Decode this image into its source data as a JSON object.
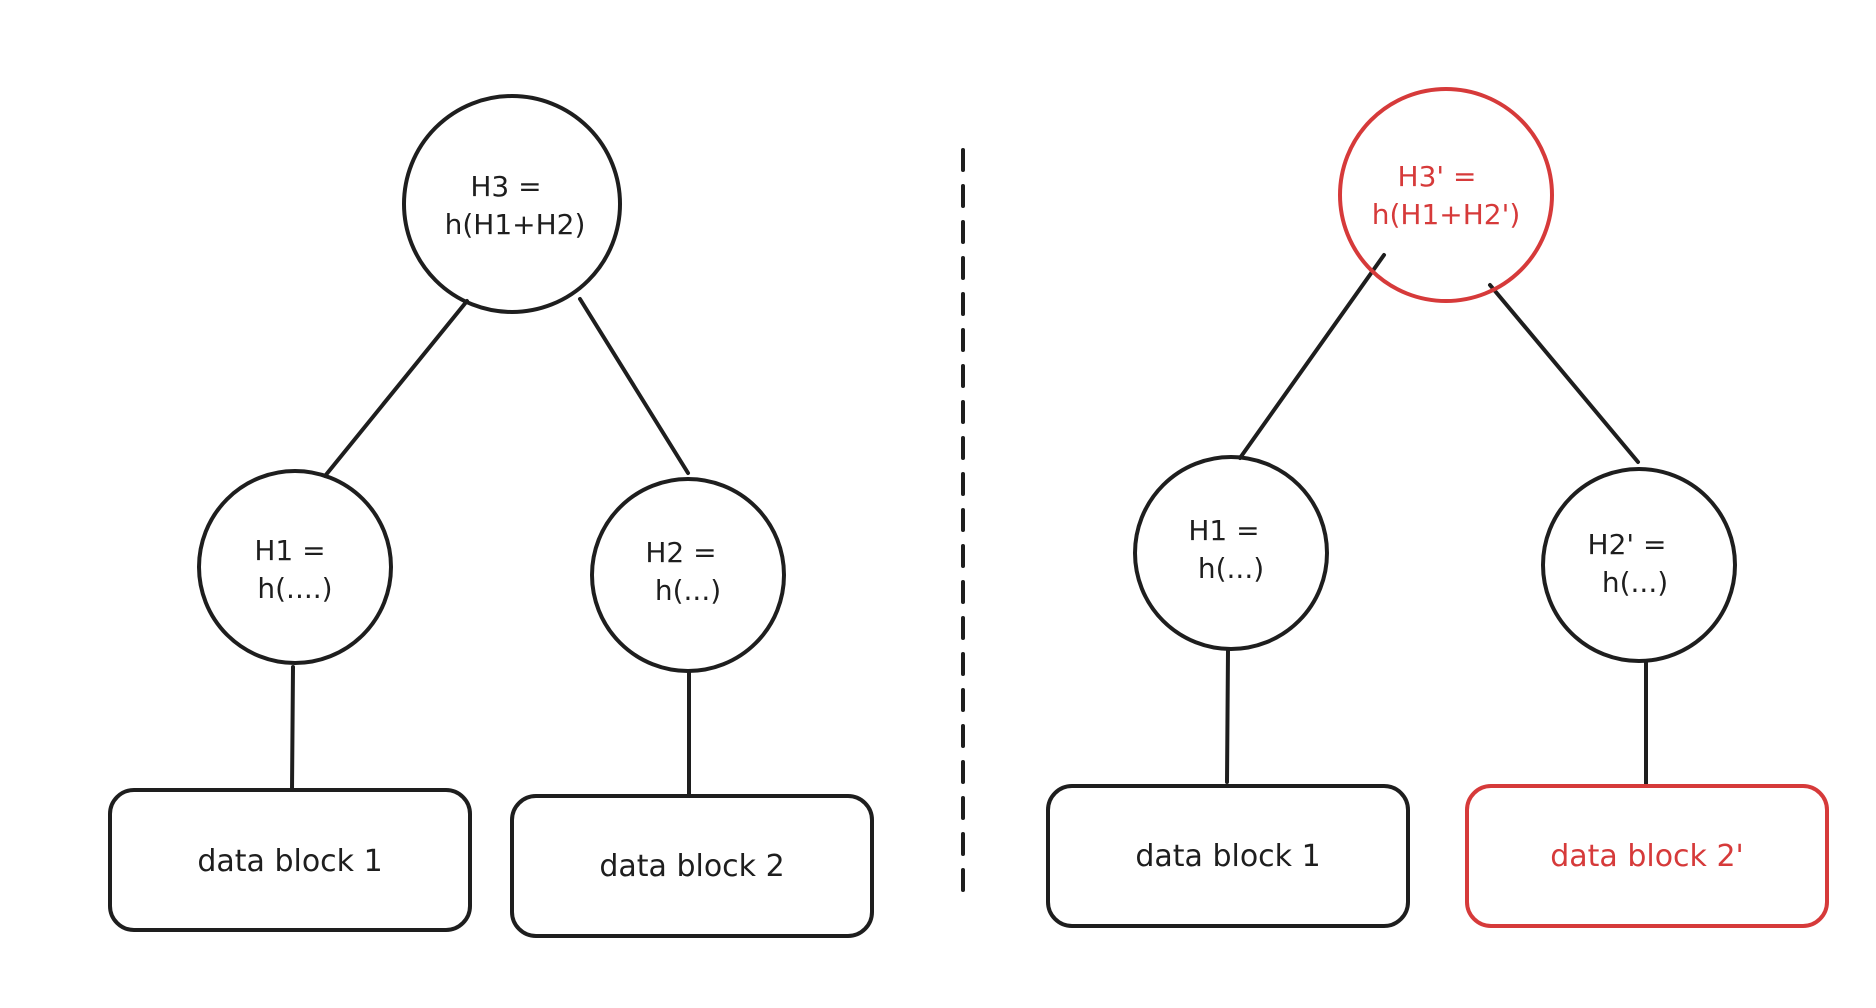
{
  "colors": {
    "ink": "#1e1e1e",
    "highlight": "#d63a3a",
    "background": "#ffffff"
  },
  "left_tree": {
    "root": {
      "line1": "H3 =",
      "line2": "h(H1+H2)"
    },
    "left_node": {
      "line1": "H1 =",
      "line2": "h(....)"
    },
    "right_node": {
      "line1": "H2 =",
      "line2": "h(...)"
    },
    "left_block": {
      "label": "data block 1"
    },
    "right_block": {
      "label": "data block 2"
    }
  },
  "right_tree": {
    "root": {
      "line1": "H3' =",
      "line2": "h(H1+H2')"
    },
    "left_node": {
      "line1": "H1 =",
      "line2": "h(...)"
    },
    "right_node": {
      "line1": "H2' =",
      "line2": "h(...)"
    },
    "left_block": {
      "label": "data block 1"
    },
    "right_block": {
      "label": "data block 2'"
    }
  }
}
